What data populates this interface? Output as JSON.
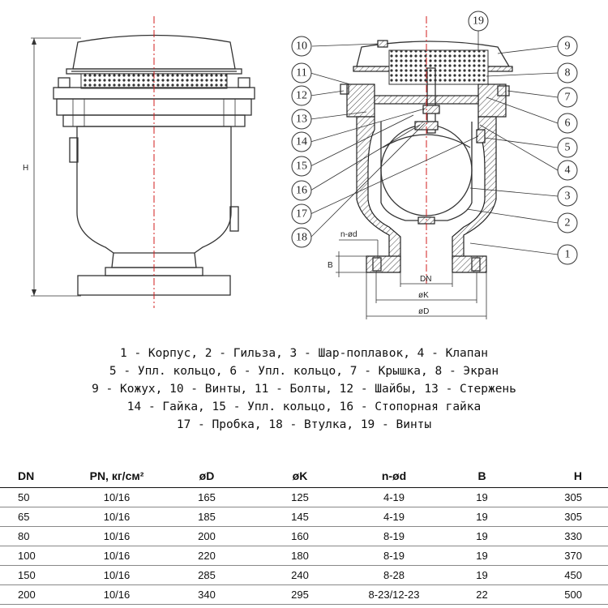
{
  "drawing": {
    "height_label": "H",
    "dn_label": "DN",
    "k_label": "øK",
    "d_label": "øD",
    "nd_label": "n-ød",
    "b_label": "B"
  },
  "legend": [
    "1 - Корпус, 2 - Гильза, 3 - Шар-поплавок, 4 - Клапан",
    "5 - Упл. кольцо, 6 - Упл. кольцо, 7 - Крышка, 8 - Экран",
    "9 - Кожух, 10 - Винты, 11 - Болты, 12 - Шайбы, 13 - Стержень",
    "14 - Гайка, 15 - Упл. кольцо, 16 - Стопорная гайка",
    "17 - Пробка, 18 - Втулка, 19 - Винты"
  ],
  "table": {
    "headers": [
      "DN",
      "PN, кг/см²",
      "øD",
      "øK",
      "n-ød",
      "B",
      "H"
    ],
    "rows": [
      [
        "50",
        "10/16",
        "165",
        "125",
        "4-19",
        "19",
        "305"
      ],
      [
        "65",
        "10/16",
        "185",
        "145",
        "4-19",
        "19",
        "305"
      ],
      [
        "80",
        "10/16",
        "200",
        "160",
        "8-19",
        "19",
        "330"
      ],
      [
        "100",
        "10/16",
        "220",
        "180",
        "8-19",
        "19",
        "370"
      ],
      [
        "150",
        "10/16",
        "285",
        "240",
        "8-28",
        "19",
        "450"
      ],
      [
        "200",
        "10/16",
        "340",
        "295",
        "8-23/12-23",
        "22",
        "500"
      ]
    ]
  },
  "callouts_left": [
    "10",
    "11",
    "12",
    "13",
    "14",
    "15",
    "16",
    "17",
    "18"
  ],
  "callouts_right": [
    "19",
    "9",
    "8",
    "7",
    "6",
    "5",
    "4",
    "3",
    "2",
    "1"
  ]
}
